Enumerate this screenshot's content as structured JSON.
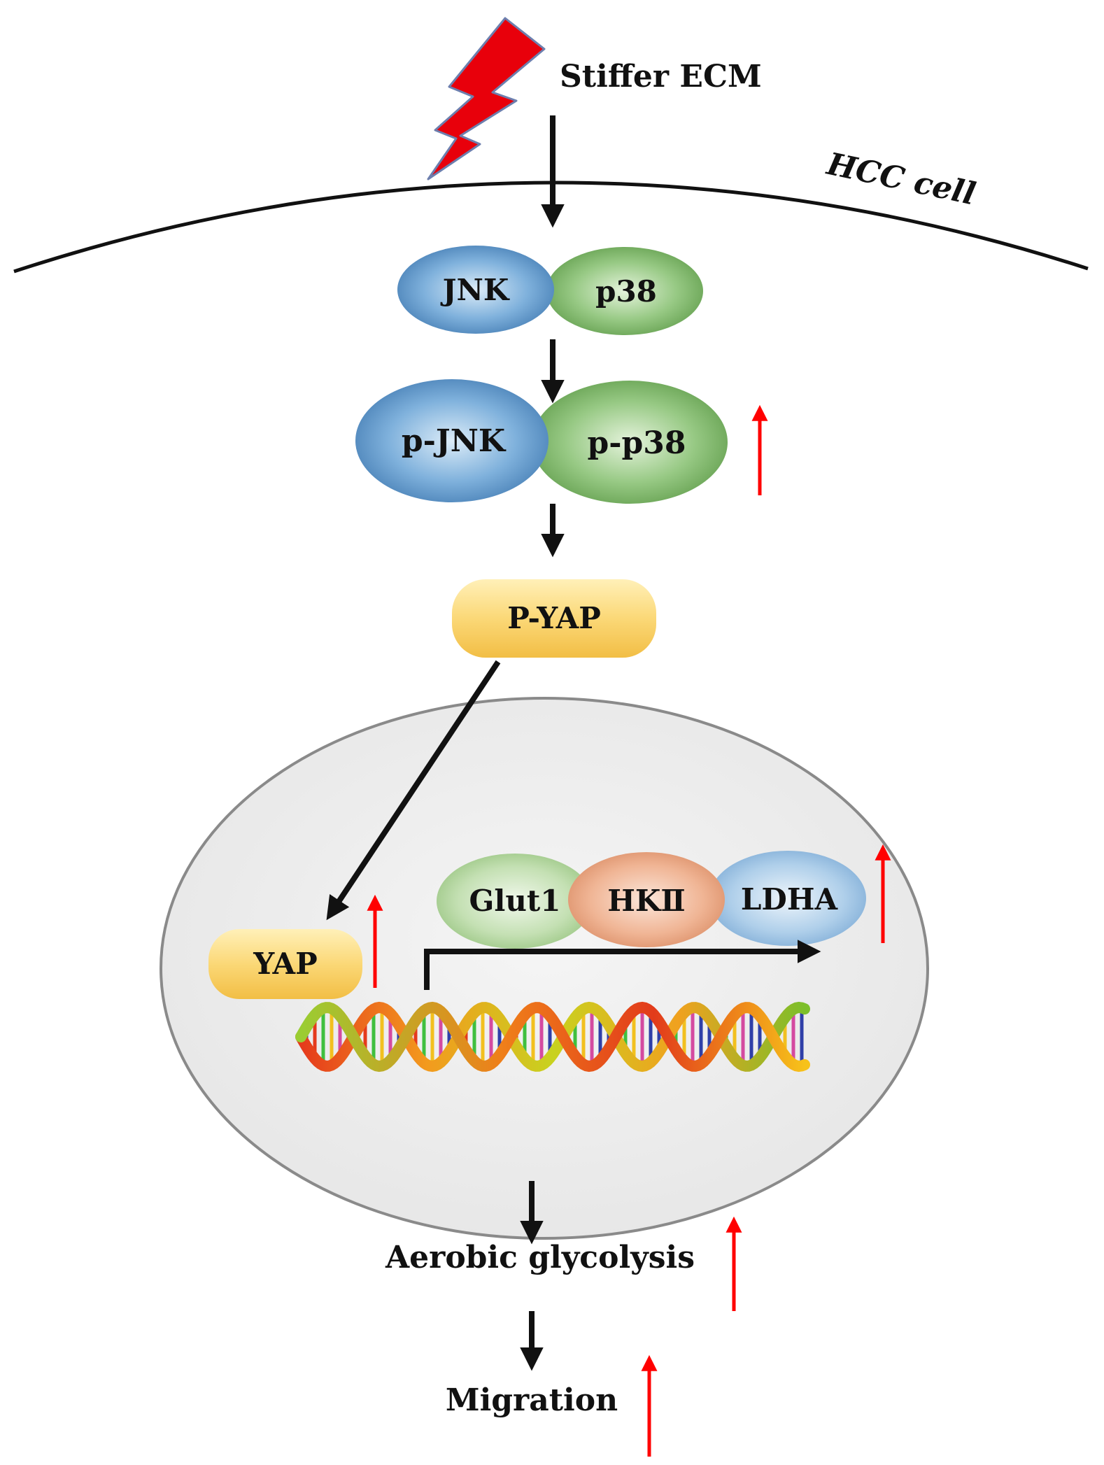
{
  "diagram": {
    "stimulus": "Stiffer ECM",
    "cell": "HCC cell",
    "kinases": {
      "jnk": "JNK",
      "p38": "p38"
    },
    "phospho_kinases": {
      "pjnk": "p-JNK",
      "pp38": "p-p38"
    },
    "pyap": "P-YAP",
    "yap": "YAP",
    "targets": {
      "glut1": "Glut1",
      "hk2": "HKⅡ",
      "ldha": "LDHA"
    },
    "outcome_1": "Aerobic glycolysis",
    "outcome_2": "Migration"
  },
  "colors": {
    "blue": "#5b95c8",
    "green": "#7fb86a",
    "yellow": "#f8d36a",
    "salmon": "#e8a07c",
    "up_arrow": "#ff0000",
    "arrow": "#111111",
    "nucleus_fill": "#eeeeee",
    "nucleus_stroke": "#8a8a8a",
    "lightning": "#e8000b"
  },
  "icons": [
    "lightning-icon",
    "dna-helix-icon",
    "up-arrow-icon"
  ]
}
